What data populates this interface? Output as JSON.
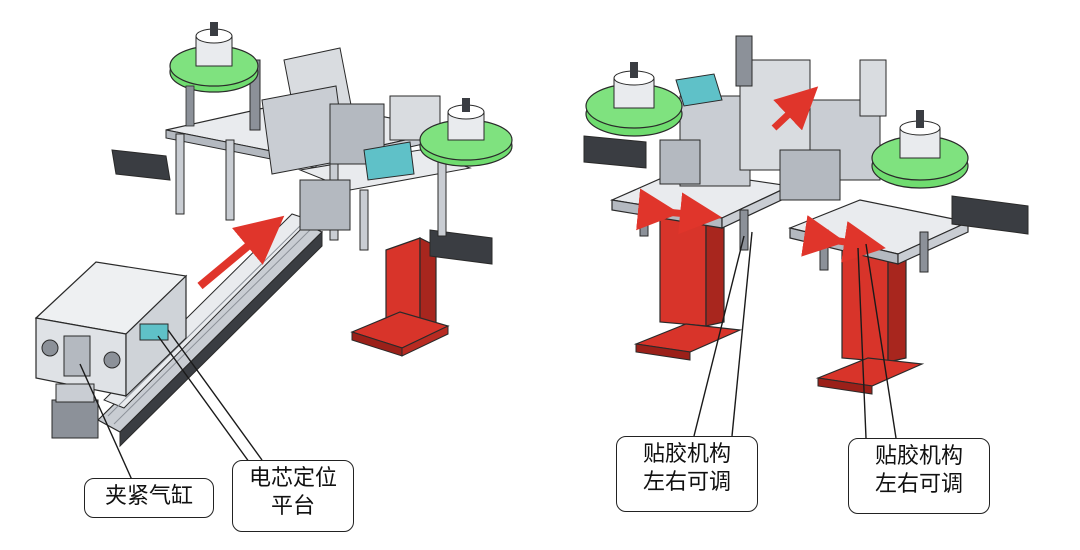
{
  "labels": {
    "clamp_cylinder": {
      "line1": "夹紧气缸"
    },
    "cell_platform": {
      "line1": "电芯定位",
      "line2": "平台"
    },
    "tape_mech_left": {
      "line1": "贴胶机构",
      "line2": "左右可调"
    },
    "tape_mech_right": {
      "line1": "贴胶机构",
      "line2": "左右可调"
    }
  },
  "colors": {
    "frame": "#2a2a2a",
    "metal_light": "#e9ebee",
    "metal_mid": "#c9cdd3",
    "metal_dark": "#8c9199",
    "roll_green": "#6fdc6f",
    "column_red": "#d8342a",
    "arrow_red": "#e0352b",
    "teal_part": "#5fc1c8",
    "rail_dark": "#3a3d42"
  }
}
